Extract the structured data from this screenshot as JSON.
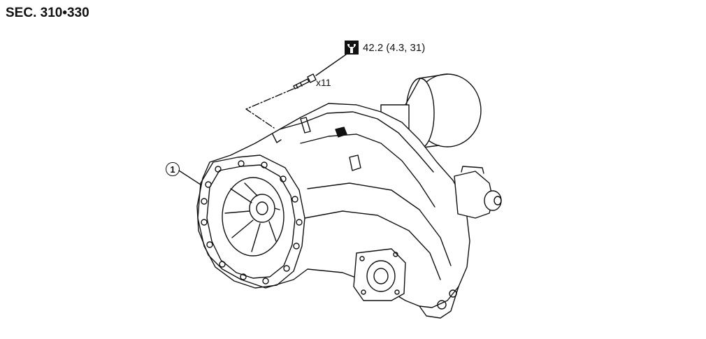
{
  "header": {
    "section_label": "SEC. 310•330"
  },
  "torque_spec": {
    "icon": "torque-wrench-icon",
    "value": "42.2 (4.3, 31)"
  },
  "bolt": {
    "quantity": "x11"
  },
  "parts": [
    {
      "callout": "1"
    }
  ]
}
